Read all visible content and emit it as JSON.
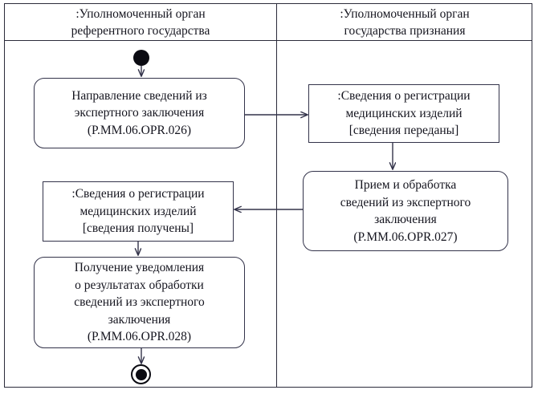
{
  "diagram": {
    "type": "uml-activity-diagram",
    "lanes": [
      {
        "id": "reference-state",
        "title": ":Уполномоченный орган\nреферентного государства"
      },
      {
        "id": "recognition-state",
        "title": ":Уполномоченный орган\nгосударства признания"
      }
    ],
    "nodes": [
      {
        "id": "start",
        "kind": "initial-node",
        "lane": "reference-state",
        "label": ""
      },
      {
        "id": "send-info",
        "kind": "activity",
        "lane": "reference-state",
        "label": "Направление сведений из\nэкспертного заключения\n(P.MM.06.OPR.026)"
      },
      {
        "id": "obj-sent",
        "kind": "object-node",
        "lane": "recognition-state",
        "label": ":Сведения о регистрации\nмедицинских изделий\n[сведения переданы]"
      },
      {
        "id": "receive-process",
        "kind": "activity",
        "lane": "recognition-state",
        "label": "Прием и обработка\nсведений из экспертного\nзаключения\n(P.MM.06.OPR.027)"
      },
      {
        "id": "obj-received",
        "kind": "object-node",
        "lane": "reference-state",
        "label": ":Сведения о регистрации\nмедицинских изделий\n[сведения получены]"
      },
      {
        "id": "get-notification",
        "kind": "activity",
        "lane": "reference-state",
        "label": "Получение уведомления\nо результатах обработки\nсведений из экспертного\nзаключения\n(P.MM.06.OPR.028)"
      },
      {
        "id": "end",
        "kind": "final-node",
        "lane": "reference-state",
        "label": ""
      }
    ],
    "edges": [
      {
        "from": "start",
        "to": "send-info",
        "direction": "down"
      },
      {
        "from": "send-info",
        "to": "obj-sent",
        "direction": "right"
      },
      {
        "from": "obj-sent",
        "to": "receive-process",
        "direction": "down"
      },
      {
        "from": "receive-process",
        "to": "obj-received",
        "direction": "left"
      },
      {
        "from": "obj-received",
        "to": "get-notification",
        "direction": "down"
      },
      {
        "from": "get-notification",
        "to": "end",
        "direction": "down"
      }
    ],
    "colors": {
      "line": "#33334a",
      "frame": "#2b2b3a",
      "text": "#15151f",
      "marker": "#0b0b12",
      "background": "#ffffff"
    }
  }
}
